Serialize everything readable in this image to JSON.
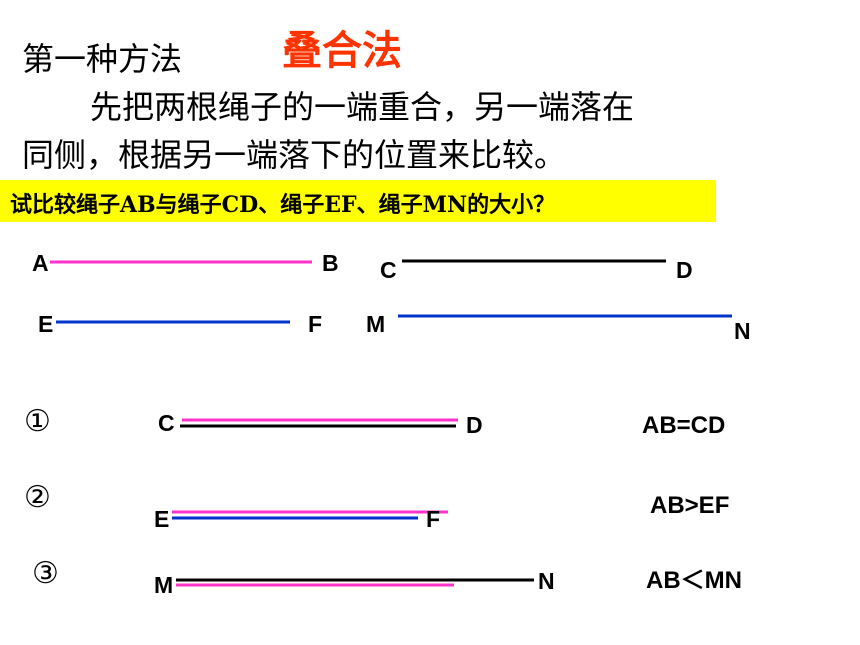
{
  "heading": {
    "method": "第一种方法",
    "name": "叠合法"
  },
  "paragraph": {
    "line1": "先把两根绳子的一端重合，另一端落在",
    "line2": "同侧，根据另一端落下的位置来比较。"
  },
  "question": "试比较绳子AB与绳子CD、绳子EF、绳子MN的大小？",
  "ropes": {
    "a": "A",
    "b": "B",
    "c": "C",
    "d": "D",
    "e": "E",
    "f": "F",
    "m": "M",
    "n": "N"
  },
  "comparisons": [
    {
      "marker": "①",
      "left": "C",
      "right": "D",
      "result": "AB=CD"
    },
    {
      "marker": "②",
      "left": "E",
      "right": "F",
      "result": "AB>EF"
    },
    {
      "marker": "③",
      "left": "M",
      "right": "N",
      "result": "AB＜MN"
    }
  ],
  "colors": {
    "ab": "#ff33cc",
    "cd": "#000000",
    "ef": "#0033cc",
    "mn": "#0033cc",
    "title_accent": "#ff3300",
    "banner": "#ffff00"
  }
}
